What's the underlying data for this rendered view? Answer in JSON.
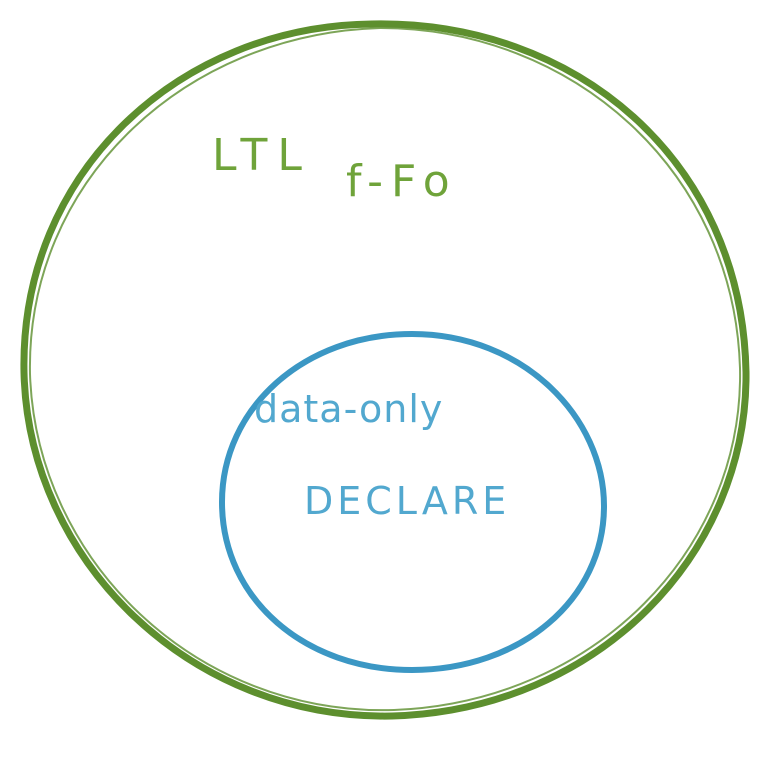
{
  "diagram": {
    "outer_set": {
      "label_line1": "LTL",
      "label_line2": "f-Fo",
      "color": "#5d8f2e"
    },
    "inner_set": {
      "label_line1": "data-only",
      "label_line2": "DECLARE",
      "color": "#3b97c4"
    }
  }
}
